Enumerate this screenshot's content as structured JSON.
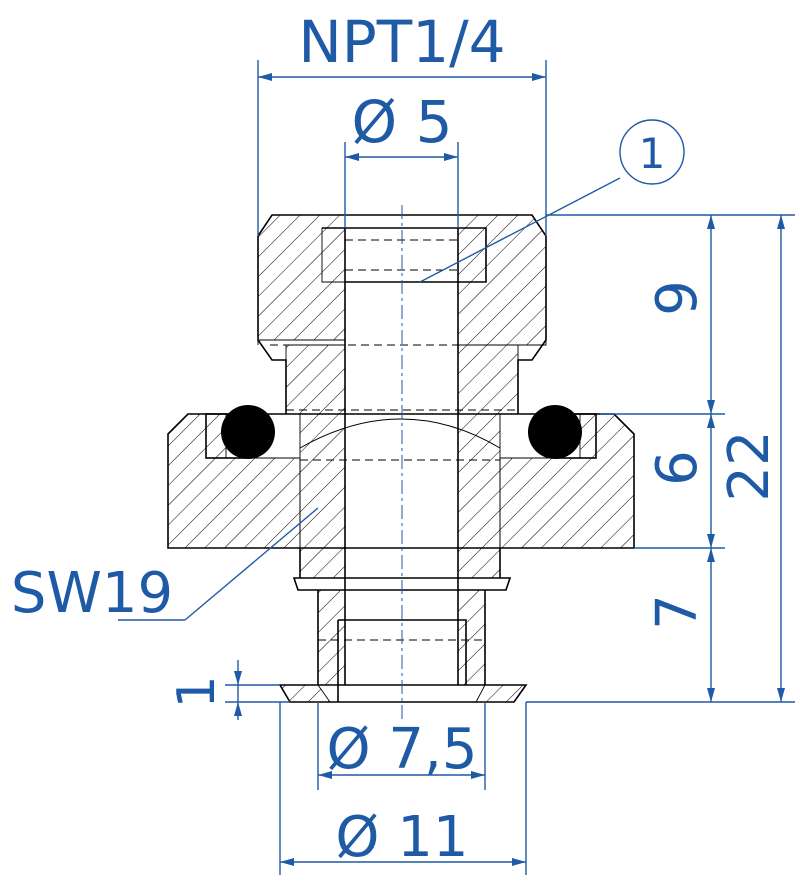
{
  "dimensions": {
    "thread": "NPT1/4",
    "bore_diameter": "Ø 5",
    "height_top": "9",
    "height_middle": "6",
    "height_total": "22",
    "height_bottom": "7",
    "flange_thickness": "1",
    "spigot_diameter": "Ø 7,5",
    "flange_diameter": "Ø 11",
    "wrench_size": "SW19"
  },
  "callout": {
    "number": "1"
  },
  "colors": {
    "dimension": "#1f5aa6",
    "outline": "#000000",
    "background": "#ffffff"
  }
}
